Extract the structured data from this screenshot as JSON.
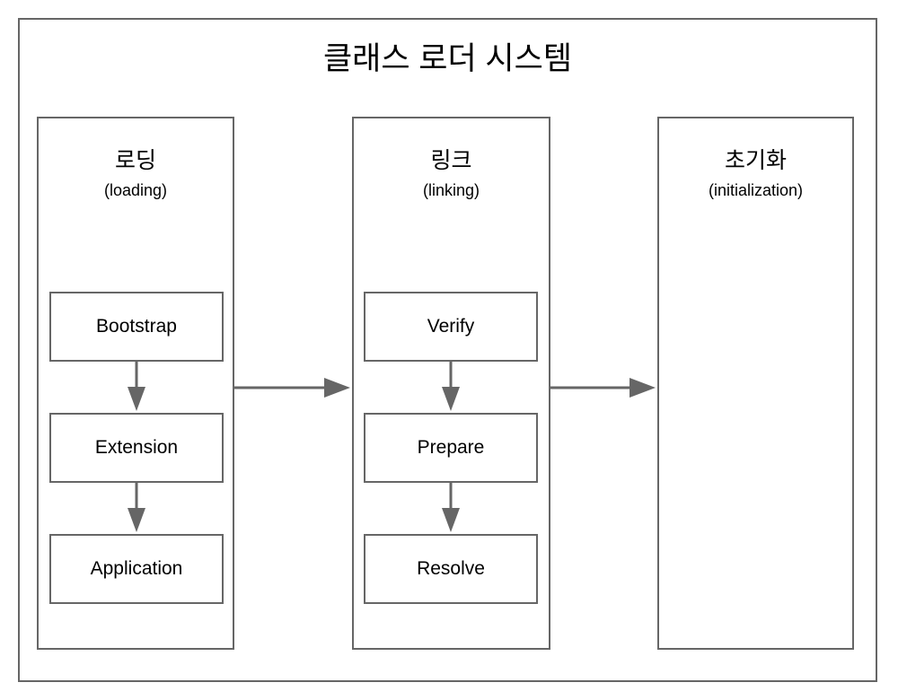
{
  "diagram": {
    "title": "클래스 로더 시스템",
    "stroke_color": "#666666",
    "background_color": "#ffffff",
    "text_color": "#000000",
    "phases": [
      {
        "id": "loading",
        "title_ko": "로딩",
        "title_en": "(loading)",
        "steps": [
          {
            "label": "Bootstrap"
          },
          {
            "label": "Extension"
          },
          {
            "label": "Application"
          }
        ],
        "step_arrows": [
          "down-arrow",
          "down-arrow"
        ]
      },
      {
        "id": "linking",
        "title_ko": "링크",
        "title_en": "(linking)",
        "steps": [
          {
            "label": "Verify"
          },
          {
            "label": "Prepare"
          },
          {
            "label": "Resolve"
          }
        ],
        "step_arrows": [
          "down-arrow",
          "down-arrow"
        ]
      },
      {
        "id": "initialization",
        "title_ko": "초기화",
        "title_en": "(initialization)",
        "steps": [],
        "step_arrows": []
      }
    ],
    "connectors": [
      {
        "from": "loading",
        "to": "linking",
        "icon": "right-arrow"
      },
      {
        "from": "linking",
        "to": "initialization",
        "icon": "right-arrow"
      }
    ]
  }
}
